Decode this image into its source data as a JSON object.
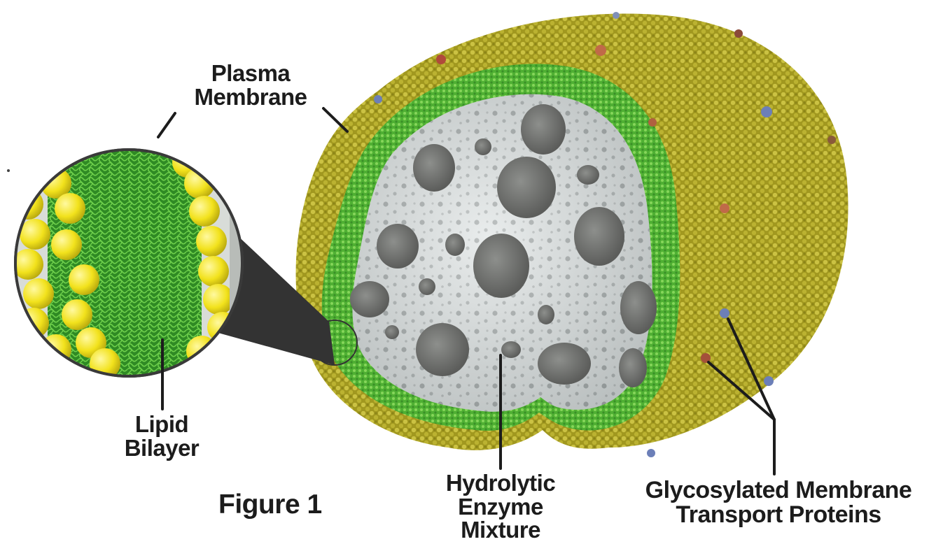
{
  "labels": {
    "plasma_membrane": [
      "Plasma",
      "Membrane"
    ],
    "lipid_bilayer": [
      "Lipid",
      "Bilayer"
    ],
    "figure": "Figure 1",
    "hydrolytic": [
      "Hydrolytic",
      "Enzyme",
      "Mixture"
    ],
    "glycosylated": [
      "Glycosylated Membrane",
      "Transport Proteins"
    ]
  },
  "colors": {
    "outer_membrane": "#b8ad2a",
    "inner_green": "#55b838",
    "lumen": "#dfe3e3",
    "granule": "#6f706e",
    "lipid_head": "#f2e21c",
    "lipid_tail": "#3f9f2c",
    "label_text": "#1c1c1c",
    "protein_blue": "#6c7fb8",
    "protein_red": "#a4503a"
  }
}
